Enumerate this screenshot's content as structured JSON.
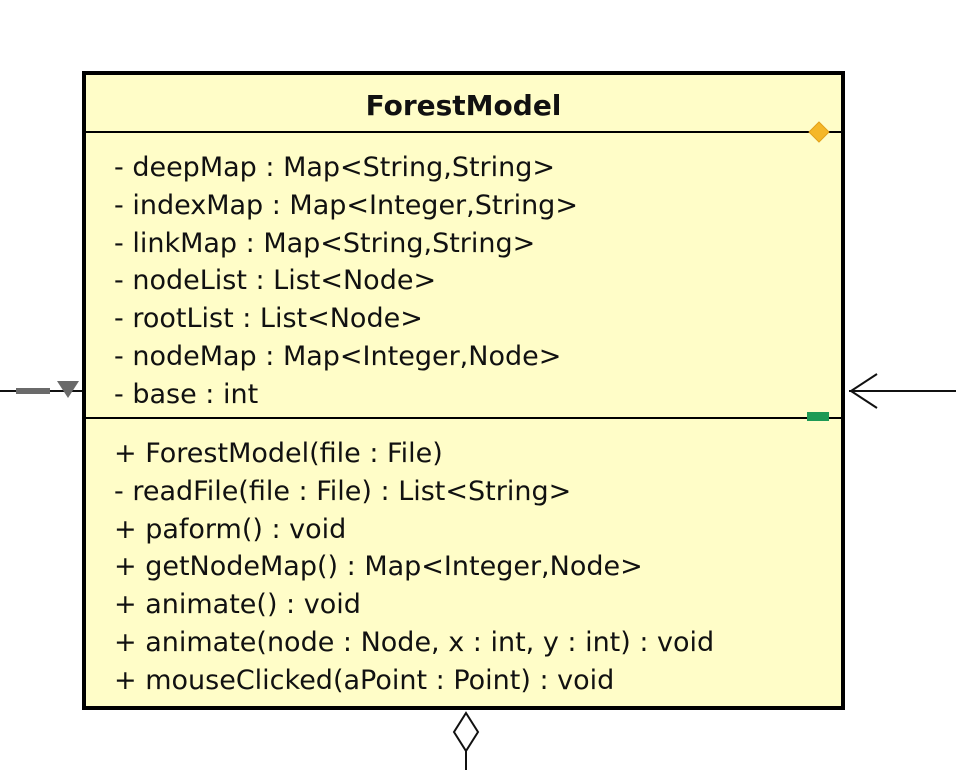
{
  "diagram": {
    "class_name": "ForestModel",
    "attributes": [
      "- deepMap : Map<String,String>",
      "- indexMap : Map<Integer,String>",
      "- linkMap : Map<String,String>",
      "- nodeList : List<Node>",
      "- rootList : List<Node>",
      "- nodeMap : Map<Integer,Node>",
      "- base : int"
    ],
    "operations": [
      "+ ForestModel(file : File)",
      "- readFile(file : File) : List<String>",
      "+ paform() : void",
      "+ getNodeMap() : Map<Integer,Node>",
      "+ animate() : void",
      "+ animate(node : Node, x : int, y : int) : void",
      "+ mouseClicked(aPoint : Point) : void"
    ]
  },
  "colors": {
    "class_fill": "#fffdc8",
    "border": "#000000",
    "orange_marker": "#f5b728",
    "green_marker": "#1e9a55",
    "connector_gray": "#6a6a6a"
  },
  "connectors": [
    {
      "name": "left-connector",
      "end_marker": "filled-triangle"
    },
    {
      "name": "right-connector",
      "end_marker": "open-arrowhead"
    },
    {
      "name": "bottom-connector",
      "end_marker": "hollow-diamond"
    }
  ]
}
